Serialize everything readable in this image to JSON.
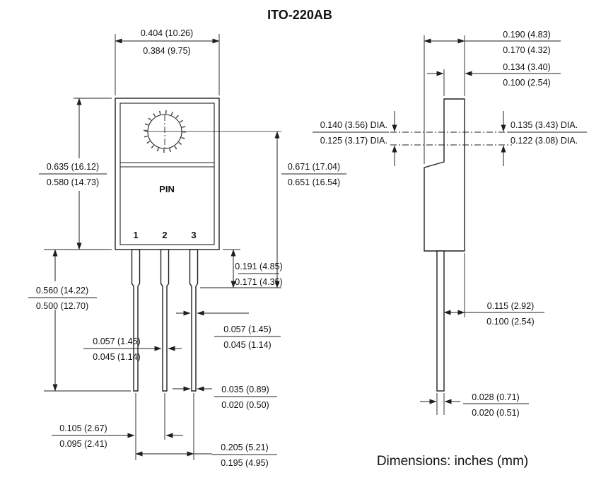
{
  "title": "ITO-220AB",
  "footer_note": "Dimensions: inches (mm)",
  "colors": {
    "ink": "#1f1f1f",
    "background": "#ffffff"
  },
  "front_view": {
    "pin_label": "PIN",
    "pin_numbers": [
      "1",
      "2",
      "3"
    ],
    "dims": {
      "width": {
        "max": "0.404 (10.26)",
        "min": "0.384 (9.75)"
      },
      "height": {
        "max": "0.635 (16.12)",
        "min": "0.580 (14.73)"
      },
      "hole_to_lead": {
        "max": "0.671 (17.04)",
        "min": "0.651 (16.54)"
      },
      "shoulder": {
        "max": "0.191 (4.85)",
        "min": "0.171 (4.35)"
      },
      "lead_length": {
        "max": "0.560 (14.22)",
        "min": "0.500 (12.70)"
      },
      "lead_width_a": {
        "max": "0.057 (1.45)",
        "min": "0.045 (1.14)"
      },
      "lead_width_b": {
        "max": "0.057 (1.45)",
        "min": "0.045 (1.14)"
      },
      "lead_tip": {
        "max": "0.035 (0.89)",
        "min": "0.020 (0.50)"
      },
      "pitch": {
        "max": "0.105 (2.67)",
        "min": "0.095 (2.41)"
      },
      "span": {
        "max": "0.205 (5.21)",
        "min": "0.195 (4.95)"
      }
    }
  },
  "side_view": {
    "dims": {
      "thickness": {
        "max": "0.190 (4.83)",
        "min": "0.170 (4.32)"
      },
      "tab": {
        "max": "0.134 (3.40)",
        "min": "0.100 (2.54)"
      },
      "hole_dia_l": {
        "max": "0.140 (3.56) DIA.",
        "min": "0.125 (3.17) DIA."
      },
      "hole_dia_r": {
        "max": "0.135 (3.43) DIA.",
        "min": "0.122 (3.08) DIA."
      },
      "lead_offset": {
        "max": "0.115 (2.92)",
        "min": "0.100 (2.54)"
      },
      "lead_thk": {
        "max": "0.028 (0.71)",
        "min": "0.020 (0.51)"
      }
    }
  }
}
